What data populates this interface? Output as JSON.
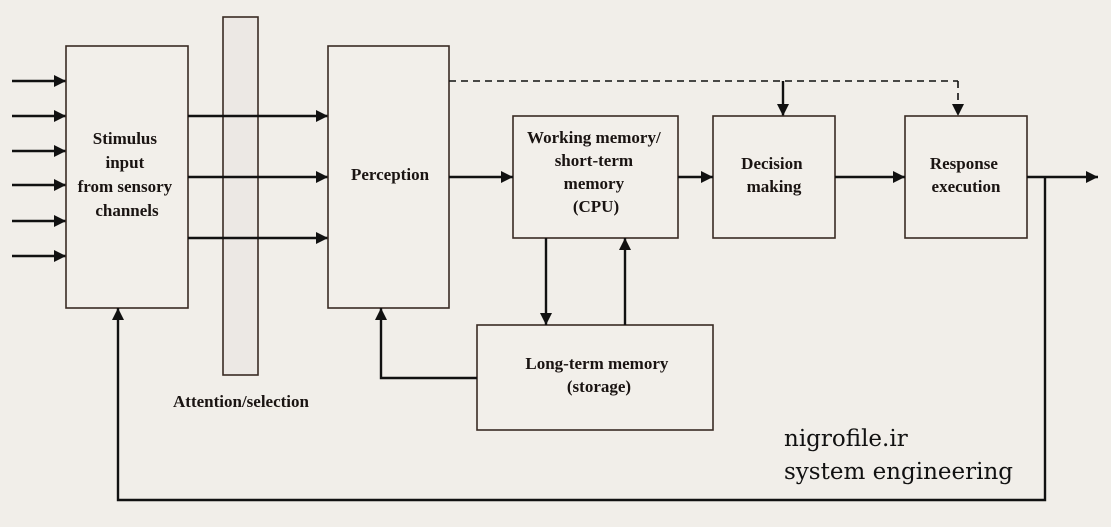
{
  "diagram": {
    "nodes": {
      "stimulus": {
        "lines": [
          "Stimulus",
          "input",
          "from sensory",
          "channels"
        ]
      },
      "attention": {
        "label": "Attention/selection"
      },
      "perception": {
        "lines": [
          "Perception"
        ]
      },
      "working_memory": {
        "lines": [
          "Working memory/",
          "short-term",
          "memory",
          "(CPU)"
        ]
      },
      "decision": {
        "lines": [
          "Decision",
          "making"
        ]
      },
      "response": {
        "lines": [
          "Response",
          "execution"
        ]
      },
      "long_term": {
        "lines": [
          "Long-term memory",
          "(storage)"
        ]
      }
    },
    "input_arrow_count": 6,
    "edges": [
      {
        "from": "sensory-channels",
        "to": "stimulus",
        "style": "solid"
      },
      {
        "from": "stimulus",
        "to": "perception",
        "style": "solid",
        "count": 3
      },
      {
        "from": "perception",
        "to": "working_memory",
        "style": "solid"
      },
      {
        "from": "working_memory",
        "to": "decision",
        "style": "solid"
      },
      {
        "from": "decision",
        "to": "response",
        "style": "solid"
      },
      {
        "from": "response",
        "to": "output",
        "style": "solid"
      },
      {
        "from": "perception",
        "to": "decision",
        "style": "dashed"
      },
      {
        "from": "perception",
        "to": "response",
        "style": "dashed"
      },
      {
        "from": "working_memory",
        "to": "long_term",
        "style": "solid"
      },
      {
        "from": "long_term",
        "to": "working_memory",
        "style": "solid"
      },
      {
        "from": "long_term",
        "to": "perception",
        "style": "solid"
      },
      {
        "from": "response",
        "to": "stimulus",
        "style": "solid",
        "note": "feedback loop"
      }
    ]
  },
  "watermark": {
    "line1": "nigrofile.ir",
    "line2": "system engineering"
  }
}
